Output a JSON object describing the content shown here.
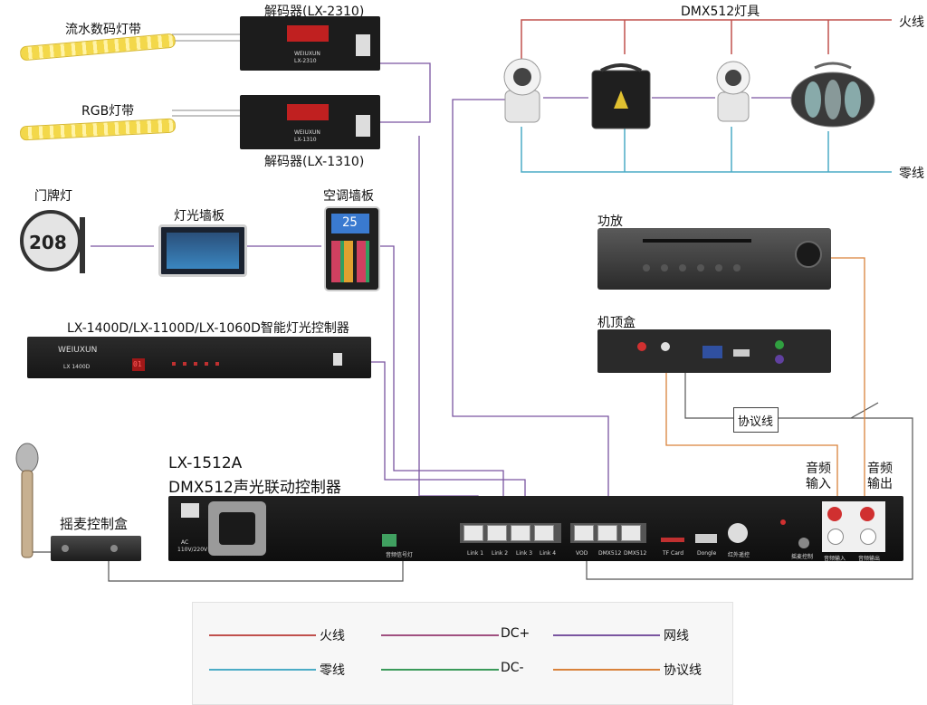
{
  "colors": {
    "live": "#c0504d",
    "neutral": "#4bacc6",
    "dc_plus": "#a05080",
    "dc_minus": "#3a9a5a",
    "network": "#7a55a0",
    "protocol": "#d9823b",
    "connect": "#555555"
  },
  "labels": {
    "led_strip_flow": "流水数码灯带",
    "rgb_strip": "RGB灯带",
    "decoder_top": "解码器(LX-2310)",
    "decoder_bottom": "解码器(LX-1310)",
    "dmx_fixtures": "DMX512灯具",
    "live_wire": "火线",
    "neutral_wire": "零线",
    "door_light": "门牌灯",
    "door_number": "208",
    "light_panel": "灯光墙板",
    "ac_panel": "空调墙板",
    "ac_temp": "25",
    "amplifier": "功放",
    "settop": "机顶盒",
    "controller_series": "LX-1400D/LX-1100D/LX-1060D智能灯光控制器",
    "controller_model_badge": "LX 1400D",
    "protocol_line": "协议线",
    "main_model": "LX-1512A",
    "main_name": "DMX512声光联动控制器",
    "audio_in": "音频\n输入",
    "audio_out": "音频\n输出",
    "mic_box": "摇麦控制盒",
    "brand": "WEIUXUN",
    "decoder_model_top": "LX-2310",
    "decoder_model_bottom": "LX-1310",
    "ac_label": "AC",
    "ac_spec": "110V/220V",
    "port_link1": "Link 1",
    "port_link2": "Link 2",
    "port_link3": "Link 3",
    "port_link4": "Link 4",
    "port_vod": "VOD",
    "port_dmx1": "DMX512",
    "port_dmx2": "DMX512",
    "port_tf": "TF Card",
    "port_dongle": "Dongle",
    "port_ir": "红外遥控",
    "port_mic": "摇麦控制",
    "port_audio_in": "音频输入",
    "port_audio_out": "音频输出",
    "port_signal": "音频信号灯",
    "display_digits": "01",
    "dc_plus_a": "DC+",
    "dc_minus_a": "DC-"
  },
  "legend": [
    {
      "text": "火线",
      "color": "#c0504d"
    },
    {
      "text": "DC+",
      "color": "#a05080"
    },
    {
      "text": "网线",
      "color": "#7a55a0"
    },
    {
      "text": "零线",
      "color": "#4bacc6"
    },
    {
      "text": "DC-",
      "color": "#3a9a5a"
    },
    {
      "text": "协议线",
      "color": "#d9823b"
    }
  ]
}
